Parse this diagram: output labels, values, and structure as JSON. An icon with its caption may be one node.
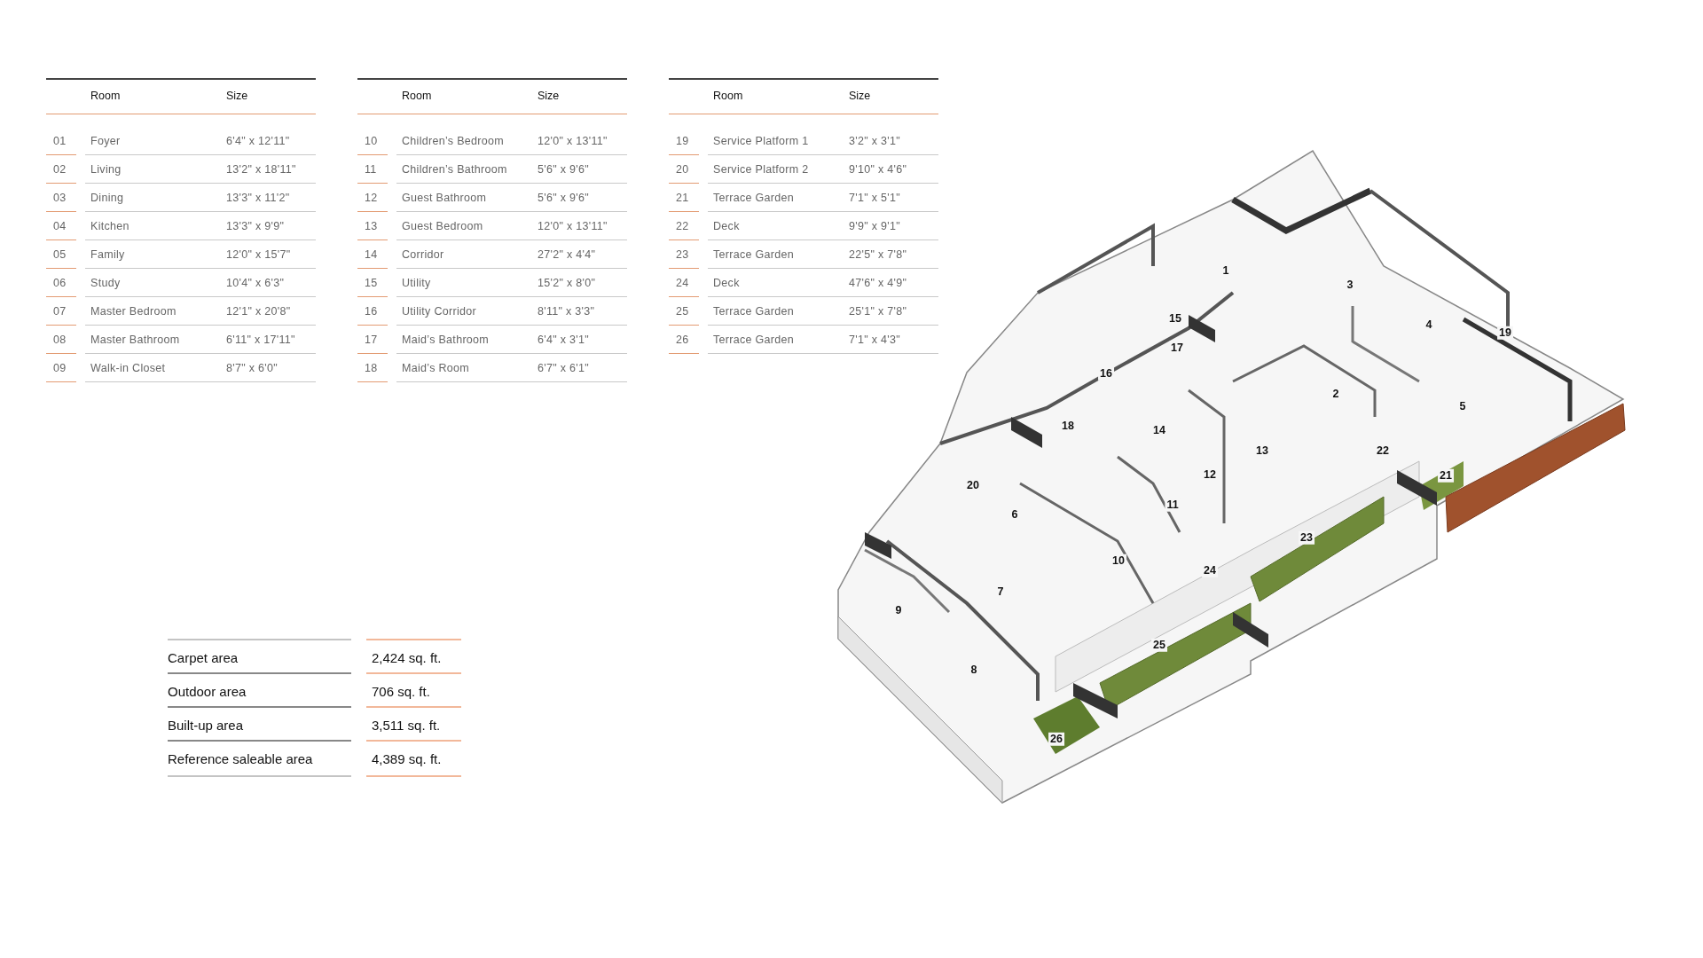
{
  "diagram": {
    "labels": [
      "Room",
      "Size",
      "01",
      "Foyer",
      "6'4\" x 12'11\"",
      "02",
      "Living",
      "13'2\" x 18'11\"",
      "03",
      "Dining",
      "13'3\" x 11'2\"",
      "04",
      "Kitchen",
      "13'3\" x 9'9\"",
      "05",
      "Family",
      "12'0\" x 15'7\"",
      "06",
      "Study",
      "10'4\" x 6'3\"",
      "07",
      "Master Bedroom",
      "12'1\" x 20'8\"",
      "08",
      "Master Bathroom",
      "6'11\" x 17'11\"",
      "09",
      "Walk-in Closet",
      "8'7\" x 6'0\"",
      "Room",
      "Size",
      "10",
      "Children’s Bedroom",
      "12'0\" x 13'11\"",
      "11",
      "Children’s Bathroom",
      "5'6\" x 9'6\"",
      "12",
      "Guest Bathroom",
      "5'6\" x 9'6\"",
      "13",
      "Guest Bedroom",
      "12'0\" x 13'11\"",
      "14",
      "Corridor",
      "27'2\" x 4'4\"",
      "15",
      "Utility",
      "15'2\" x 8'0\"",
      "16",
      "Utility Corridor",
      "8'11\" x 3'3\"",
      "17",
      "Maid’s Bathroom",
      "6'4\" x 3'1\"",
      "18",
      "Maid’s Room",
      "6'7\" x 6'1\"",
      "Room",
      "Size",
      "19",
      "Service Platform 1",
      "3'2\" x 3'1\"",
      "20",
      "Service Platform 2",
      "9'10\" x 4'6\"",
      "21",
      "Terrace Garden",
      "7'1\" x 5'1\"",
      "22",
      "Deck",
      "9'9\" x 9'1\"",
      "23",
      "Terrace Garden",
      "22'5\" x 7'8\"",
      "24",
      "Deck",
      "47'6\" x 4'9\"",
      "25",
      "Terrace Garden",
      "25'1\" x 7'8\"",
      "26",
      "Terrace Garden",
      "7'1\" x 4'3\"",
      "Carpet area",
      "2,424 sq. ft.",
      "Outdoor area",
      "706 sq. ft.",
      "Built-up area",
      "3,511 sq. ft.",
      "Reference saleable area",
      "4,389 sq. ft.",
      "1",
      "2",
      "3",
      "4",
      "5",
      "6",
      "7",
      "8",
      "9",
      "10",
      "11",
      "12",
      "13",
      "14",
      "15",
      "16",
      "17",
      "18",
      "19",
      "20",
      "21",
      "22",
      "23",
      "24",
      "25",
      "26"
    ]
  }
}
